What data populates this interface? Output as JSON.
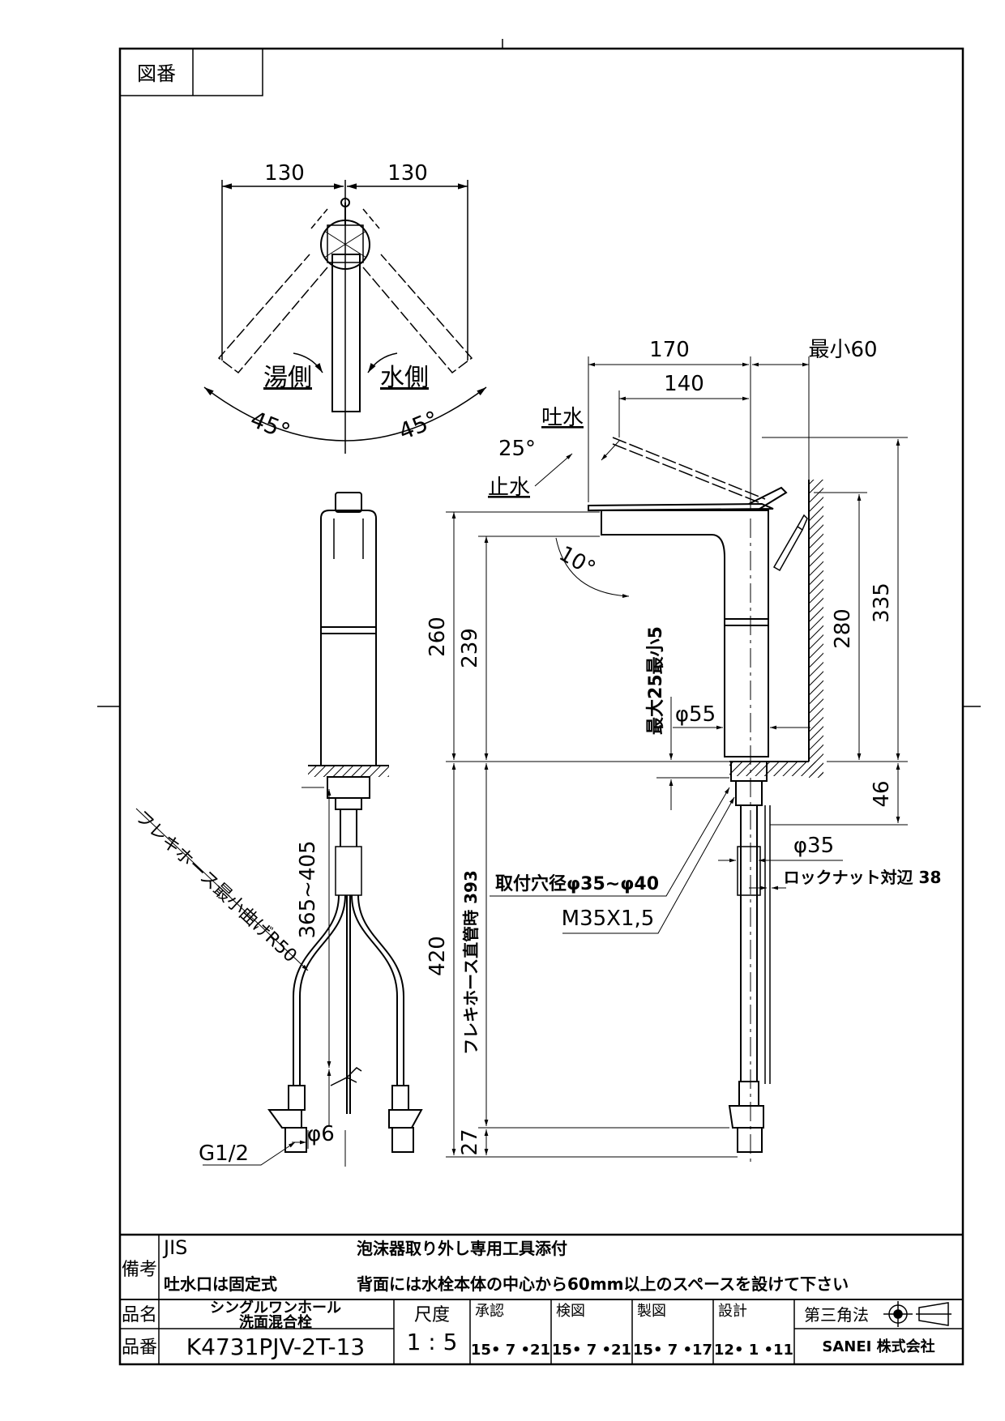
{
  "drawing_number_label": "図番",
  "top_view": {
    "dim_left": "130",
    "dim_right": "130",
    "hot_side": "湯側",
    "cold_side": "水側",
    "angle_left": "45°",
    "angle_right": "45°"
  },
  "front_view": {
    "hose_bend_radius": "フレキホース最小曲げR50",
    "hose_length_range": "365~405",
    "thread": "G1/2",
    "dia": "φ6"
  },
  "side_view": {
    "dim_170": "170",
    "dim_140": "140",
    "min_clearance": "最小60",
    "spout_label": "吐水",
    "lever_angle": "25°",
    "stop_label": "止水",
    "tilt_angle": "10°",
    "dim_260": "260",
    "dim_239": "239",
    "dim_280": "280",
    "dim_335": "335",
    "dim_46": "46",
    "counter_thickness": "最大25最小5",
    "body_dia": "φ55",
    "shank_dia": "φ35",
    "mount_hole": "取付穴径φ35~φ40",
    "locknut": "ロックナット対辺 38",
    "thread_spec": "M35X1,5",
    "dim_420": "420",
    "hose_straight": "フレキホース直管時 393",
    "dim_27": "27"
  },
  "title_block": {
    "remarks_label": "備考",
    "remark_1": "JIS",
    "remark_2": "泡沫器取り外し専用工具添付",
    "remark_3": "吐水口は固定式",
    "remark_4": "背面には水栓本体の中心から60mm以上のスペースを設けて下さい",
    "name_label": "品名",
    "product_name_1": "シングルワンホール",
    "product_name_2": "洗面混合栓",
    "number_label": "品番",
    "product_number": "K4731PJV-2T-13",
    "scale_label": "尺度",
    "scale_value": "1 : 5",
    "approve_label": "承認",
    "approve_date": "15• 7 •21",
    "check_label": "検図",
    "check_date": "15• 7 •21",
    "draft_label": "製図",
    "draft_date": "15• 7 •17",
    "design_label": "設計",
    "design_date": "12• 1 •11",
    "projection": "第三角法",
    "company": "SANEI 株式会社"
  }
}
